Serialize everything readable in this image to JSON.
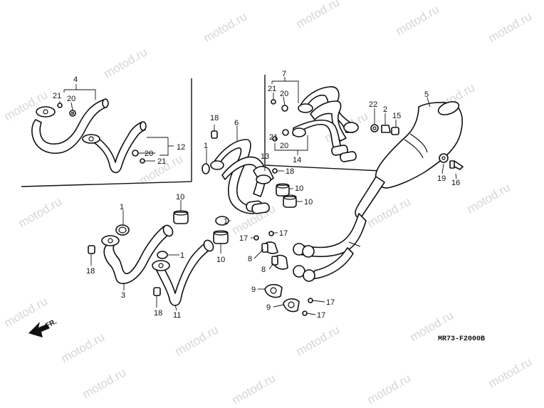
{
  "watermark": "motod.ru",
  "diagram_code": "MR73-F2000B",
  "direction_label": "FR.",
  "callouts": {
    "c1a": "1",
    "c1b": "1",
    "c1c": "1",
    "c1d": "1",
    "c2": "2",
    "c3": "3",
    "c4": "4",
    "c5": "5",
    "c6": "6",
    "c7": "7",
    "c8a": "8",
    "c8b": "8",
    "c9a": "9",
    "c9b": "9",
    "c10a": "10",
    "c10b": "10",
    "c10c": "10",
    "c10d": "10",
    "c11": "11",
    "c12": "12",
    "c13": "13",
    "c14": "14",
    "c15": "15",
    "c16": "16",
    "c17a": "17",
    "c17b": "17",
    "c17c": "17",
    "c17d": "17",
    "c18a": "18",
    "c18b": "18",
    "c18c": "18",
    "c18d": "18",
    "c19": "19",
    "c20a": "20",
    "c20b": "20",
    "c20c": "20",
    "c20d": "20",
    "c21a": "21",
    "c21b": "21",
    "c21c": "21",
    "c21d": "21",
    "c22": "22"
  }
}
